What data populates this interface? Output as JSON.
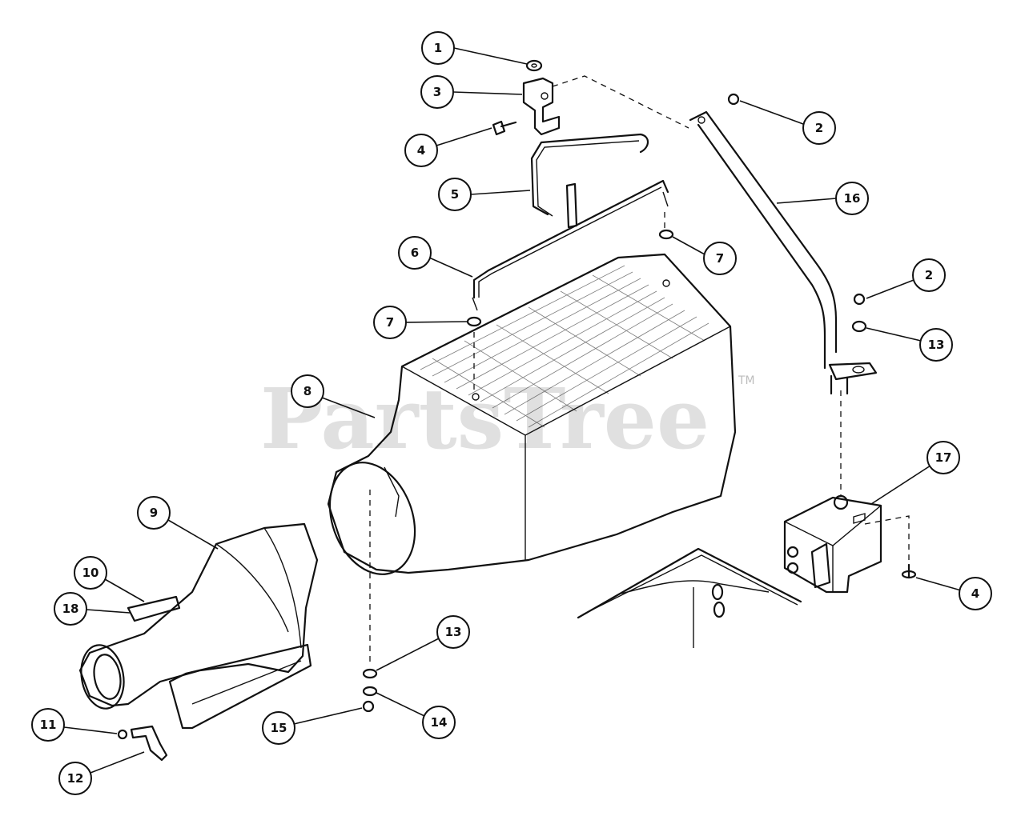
{
  "watermark": {
    "text": "PartsTree",
    "tm": "TM"
  },
  "callouts": [
    "1",
    "2",
    "3",
    "4",
    "5",
    "6",
    "7",
    "7",
    "8",
    "9",
    "10",
    "18",
    "11",
    "12",
    "13",
    "15",
    "14",
    "2",
    "13",
    "16",
    "17",
    "4"
  ]
}
